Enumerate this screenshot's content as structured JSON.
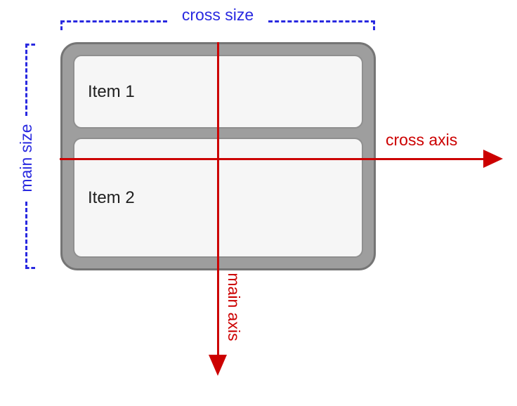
{
  "diagram": {
    "container": {
      "items": [
        {
          "label": "Item 1"
        },
        {
          "label": "Item 2"
        }
      ]
    },
    "annotations": {
      "cross_size_label": "cross size",
      "main_size_label": "main size",
      "cross_axis_label": "cross axis",
      "main_axis_label": "main axis"
    },
    "colors": {
      "size_blue": "#2929e0",
      "axis_red": "#cc0000",
      "container_fill": "#9e9e9e",
      "container_border": "#757575",
      "item_fill": "#f6f6f6",
      "item_border": "#8f8f8f",
      "item_text": "#1f1f1f"
    }
  }
}
